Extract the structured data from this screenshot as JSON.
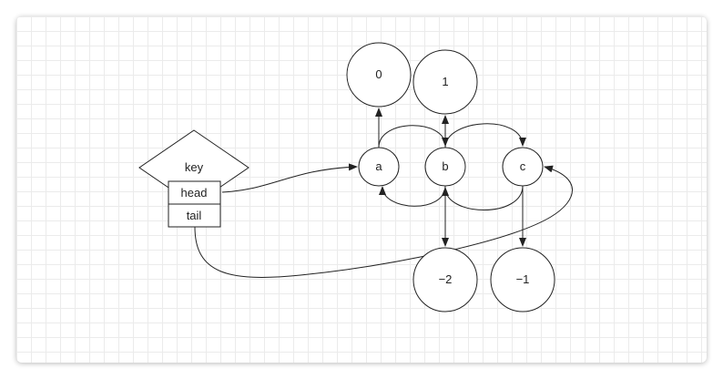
{
  "diagram": {
    "node_labels": {
      "key": "key",
      "head": "head",
      "tail": "tail",
      "a": "a",
      "b": "b",
      "c": "c",
      "zero": "0",
      "one": "1",
      "minus_two": "−2",
      "minus_one": "−1"
    }
  },
  "colors": {
    "stroke": "#222222",
    "fill": "#ffffff",
    "grid": "#ebebeb"
  }
}
